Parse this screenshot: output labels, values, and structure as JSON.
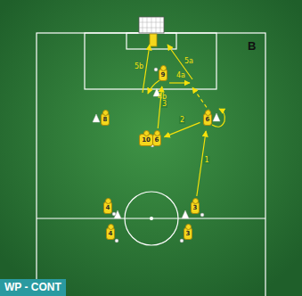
{
  "diagram": {
    "nodes": [
      {
        "text": [
          "9"
        ]
      },
      {
        "text": [
          "8"
        ]
      },
      {
        "text": [
          "10"
        ]
      },
      {
        "text": [
          "6"
        ]
      },
      {
        "text": [
          "6"
        ]
      },
      {
        "text": [
          "4"
        ]
      },
      {
        "text": [
          "3"
        ]
      },
      {
        "text": [
          "4"
        ]
      },
      {
        "text": [
          "3"
        ]
      }
    ],
    "edges": [
      {
        "from": 6,
        "to": 4,
        "label": "1",
        "arrow": "to"
      },
      {
        "from": 4,
        "to": 3,
        "label": "2",
        "arrow": "to"
      },
      {
        "from": 3,
        "to": 0,
        "label": "3",
        "arrow": "to"
      }
    ],
    "labels": [
      "B",
      "4a",
      "4b",
      "5a",
      "5b",
      "WP - CONT"
    ]
  }
}
